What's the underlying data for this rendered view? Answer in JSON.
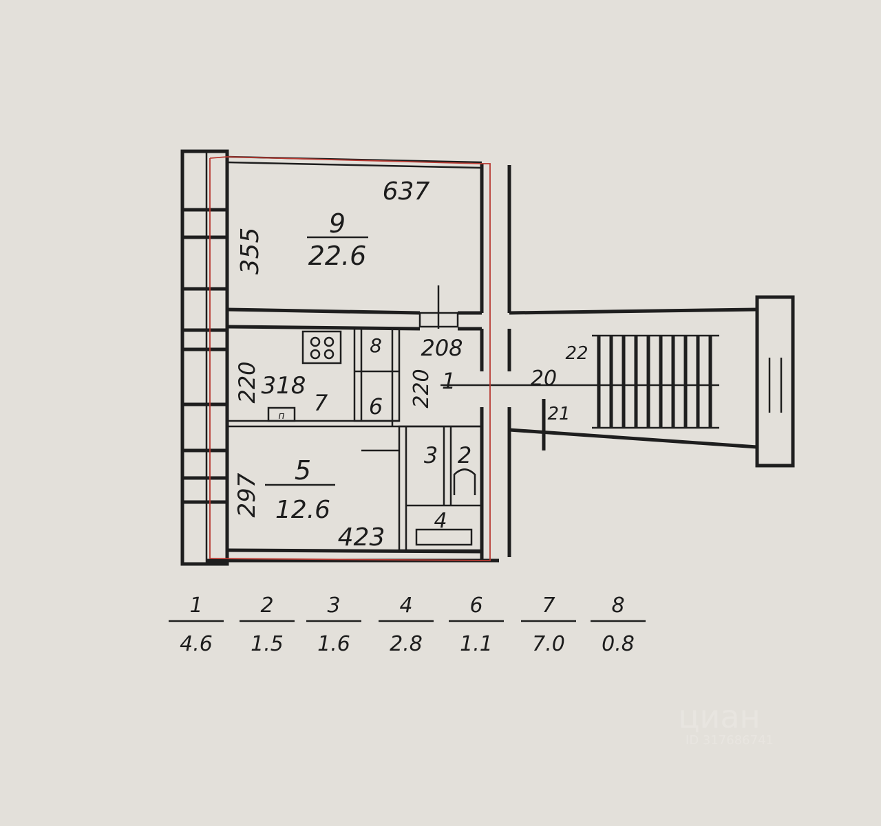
{
  "plan": {
    "rooms": [
      {
        "number": "9",
        "area": "22.6",
        "length": "637",
        "width": "355"
      },
      {
        "number": "5",
        "area": "12.6",
        "length": "423",
        "width": "297"
      },
      {
        "number": "7",
        "length": "318",
        "width": "220"
      },
      {
        "number": "1",
        "length": "208",
        "width": "220"
      },
      {
        "number": "2"
      },
      {
        "number": "3"
      },
      {
        "number": "4"
      },
      {
        "number": "6"
      },
      {
        "number": "8"
      }
    ],
    "stair_labels": [
      "20",
      "22",
      "21"
    ],
    "stove_mark": "п"
  },
  "legend": [
    {
      "room": "1",
      "area": "4.6"
    },
    {
      "room": "2",
      "area": "1.5"
    },
    {
      "room": "3",
      "area": "1.6"
    },
    {
      "room": "4",
      "area": "2.8"
    },
    {
      "room": "6",
      "area": "1.1"
    },
    {
      "room": "7",
      "area": "7.0"
    },
    {
      "room": "8",
      "area": "0.8"
    }
  ],
  "watermark": {
    "brand": "циан",
    "id": "ID 317686741"
  }
}
